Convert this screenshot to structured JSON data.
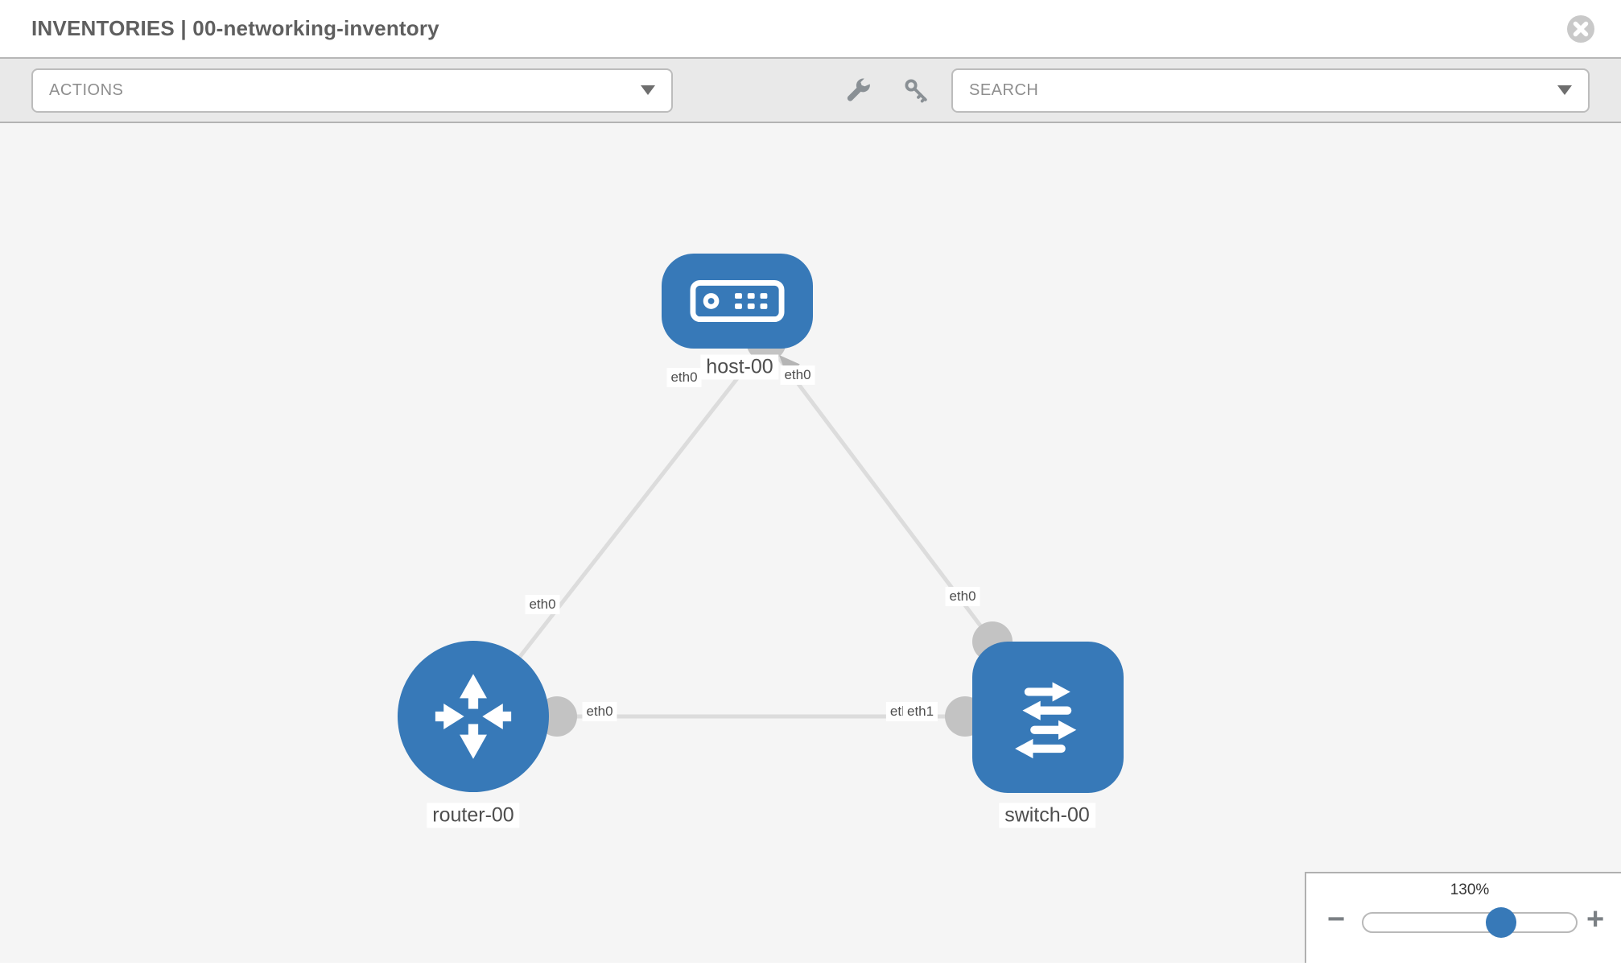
{
  "header": {
    "title": "INVENTORIES | 00-networking-inventory"
  },
  "toolbar": {
    "actions_label": "ACTIONS",
    "search_placeholder": "SEARCH"
  },
  "topology": {
    "nodes": [
      {
        "id": "host-00",
        "type": "host",
        "label": "host-00"
      },
      {
        "id": "router-00",
        "type": "router",
        "label": "router-00"
      },
      {
        "id": "switch-00",
        "type": "switch",
        "label": "switch-00"
      }
    ],
    "links": [
      {
        "from": "host-00",
        "to": "router-00",
        "from_interface": "eth0",
        "to_interface": "eth0"
      },
      {
        "from": "host-00",
        "to": "switch-00",
        "from_interface": "eth0",
        "to_interface": "eth0"
      },
      {
        "from": "router-00",
        "to": "switch-00",
        "from_interface": "eth0",
        "to_interfaces": [
          "eth0",
          "eth1"
        ]
      }
    ]
  },
  "zoom_control": {
    "level": "130%",
    "minus_label": "−",
    "plus_label": "+"
  },
  "icons": {
    "close": "circle-x",
    "wrench": "wrench",
    "key": "key",
    "dropdown": "chevron-down"
  },
  "colors": {
    "node_blue": "#3779b8",
    "canvas_bg": "#f5f5f5",
    "toolbar_bg": "#e9e9e9",
    "border_gray": "#b7b7b7",
    "link_gray": "#dcdcdc",
    "interface_dot_gray": "#c3c3c3",
    "label_text": "#4e4e4e"
  }
}
